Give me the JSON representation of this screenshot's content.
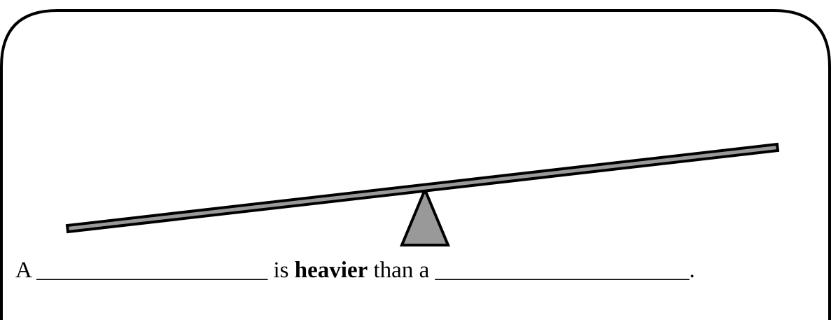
{
  "colors": {
    "stroke": "#000000",
    "beam_fill": "#999999",
    "fulcrum_fill": "#999999",
    "background": "#ffffff"
  },
  "sentence": {
    "prefix": "A",
    "blank_1": "____________________",
    "middle": "is",
    "emphasis": "heavier",
    "suffix": "than a",
    "blank_2": "______________________",
    "end": "."
  }
}
